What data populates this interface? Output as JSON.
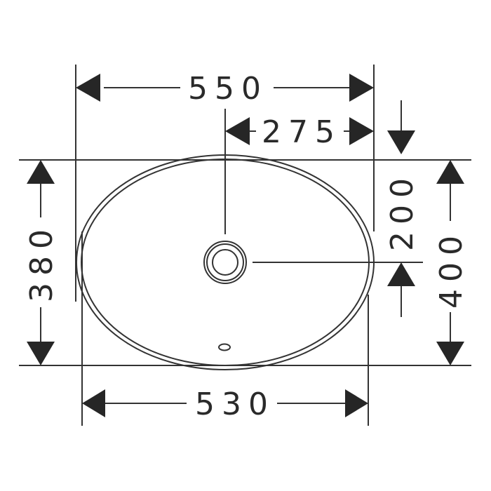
{
  "drawing": {
    "title": "Oval undercounter washbasin dimension drawing",
    "units": "mm",
    "line_color": "#333333",
    "arrow_color": "#262626",
    "background": "#ffffff"
  },
  "dimensions": {
    "overall_width": {
      "label": "550",
      "orientation": "horizontal",
      "position": "top"
    },
    "drain_offset_width": {
      "label": "275",
      "orientation": "horizontal",
      "position": "top-right"
    },
    "bowl_width": {
      "label": "530",
      "orientation": "horizontal",
      "position": "bottom"
    },
    "bowl_depth": {
      "label": "380",
      "orientation": "vertical",
      "position": "left"
    },
    "overall_depth": {
      "label": "400",
      "orientation": "vertical",
      "position": "right-outer"
    },
    "drain_offset_depth": {
      "label": "200",
      "orientation": "vertical",
      "position": "right-inner"
    }
  },
  "features": {
    "basin": "oval-basin-outline",
    "drain": "drain-outlet",
    "overflow": "overflow-hole"
  }
}
